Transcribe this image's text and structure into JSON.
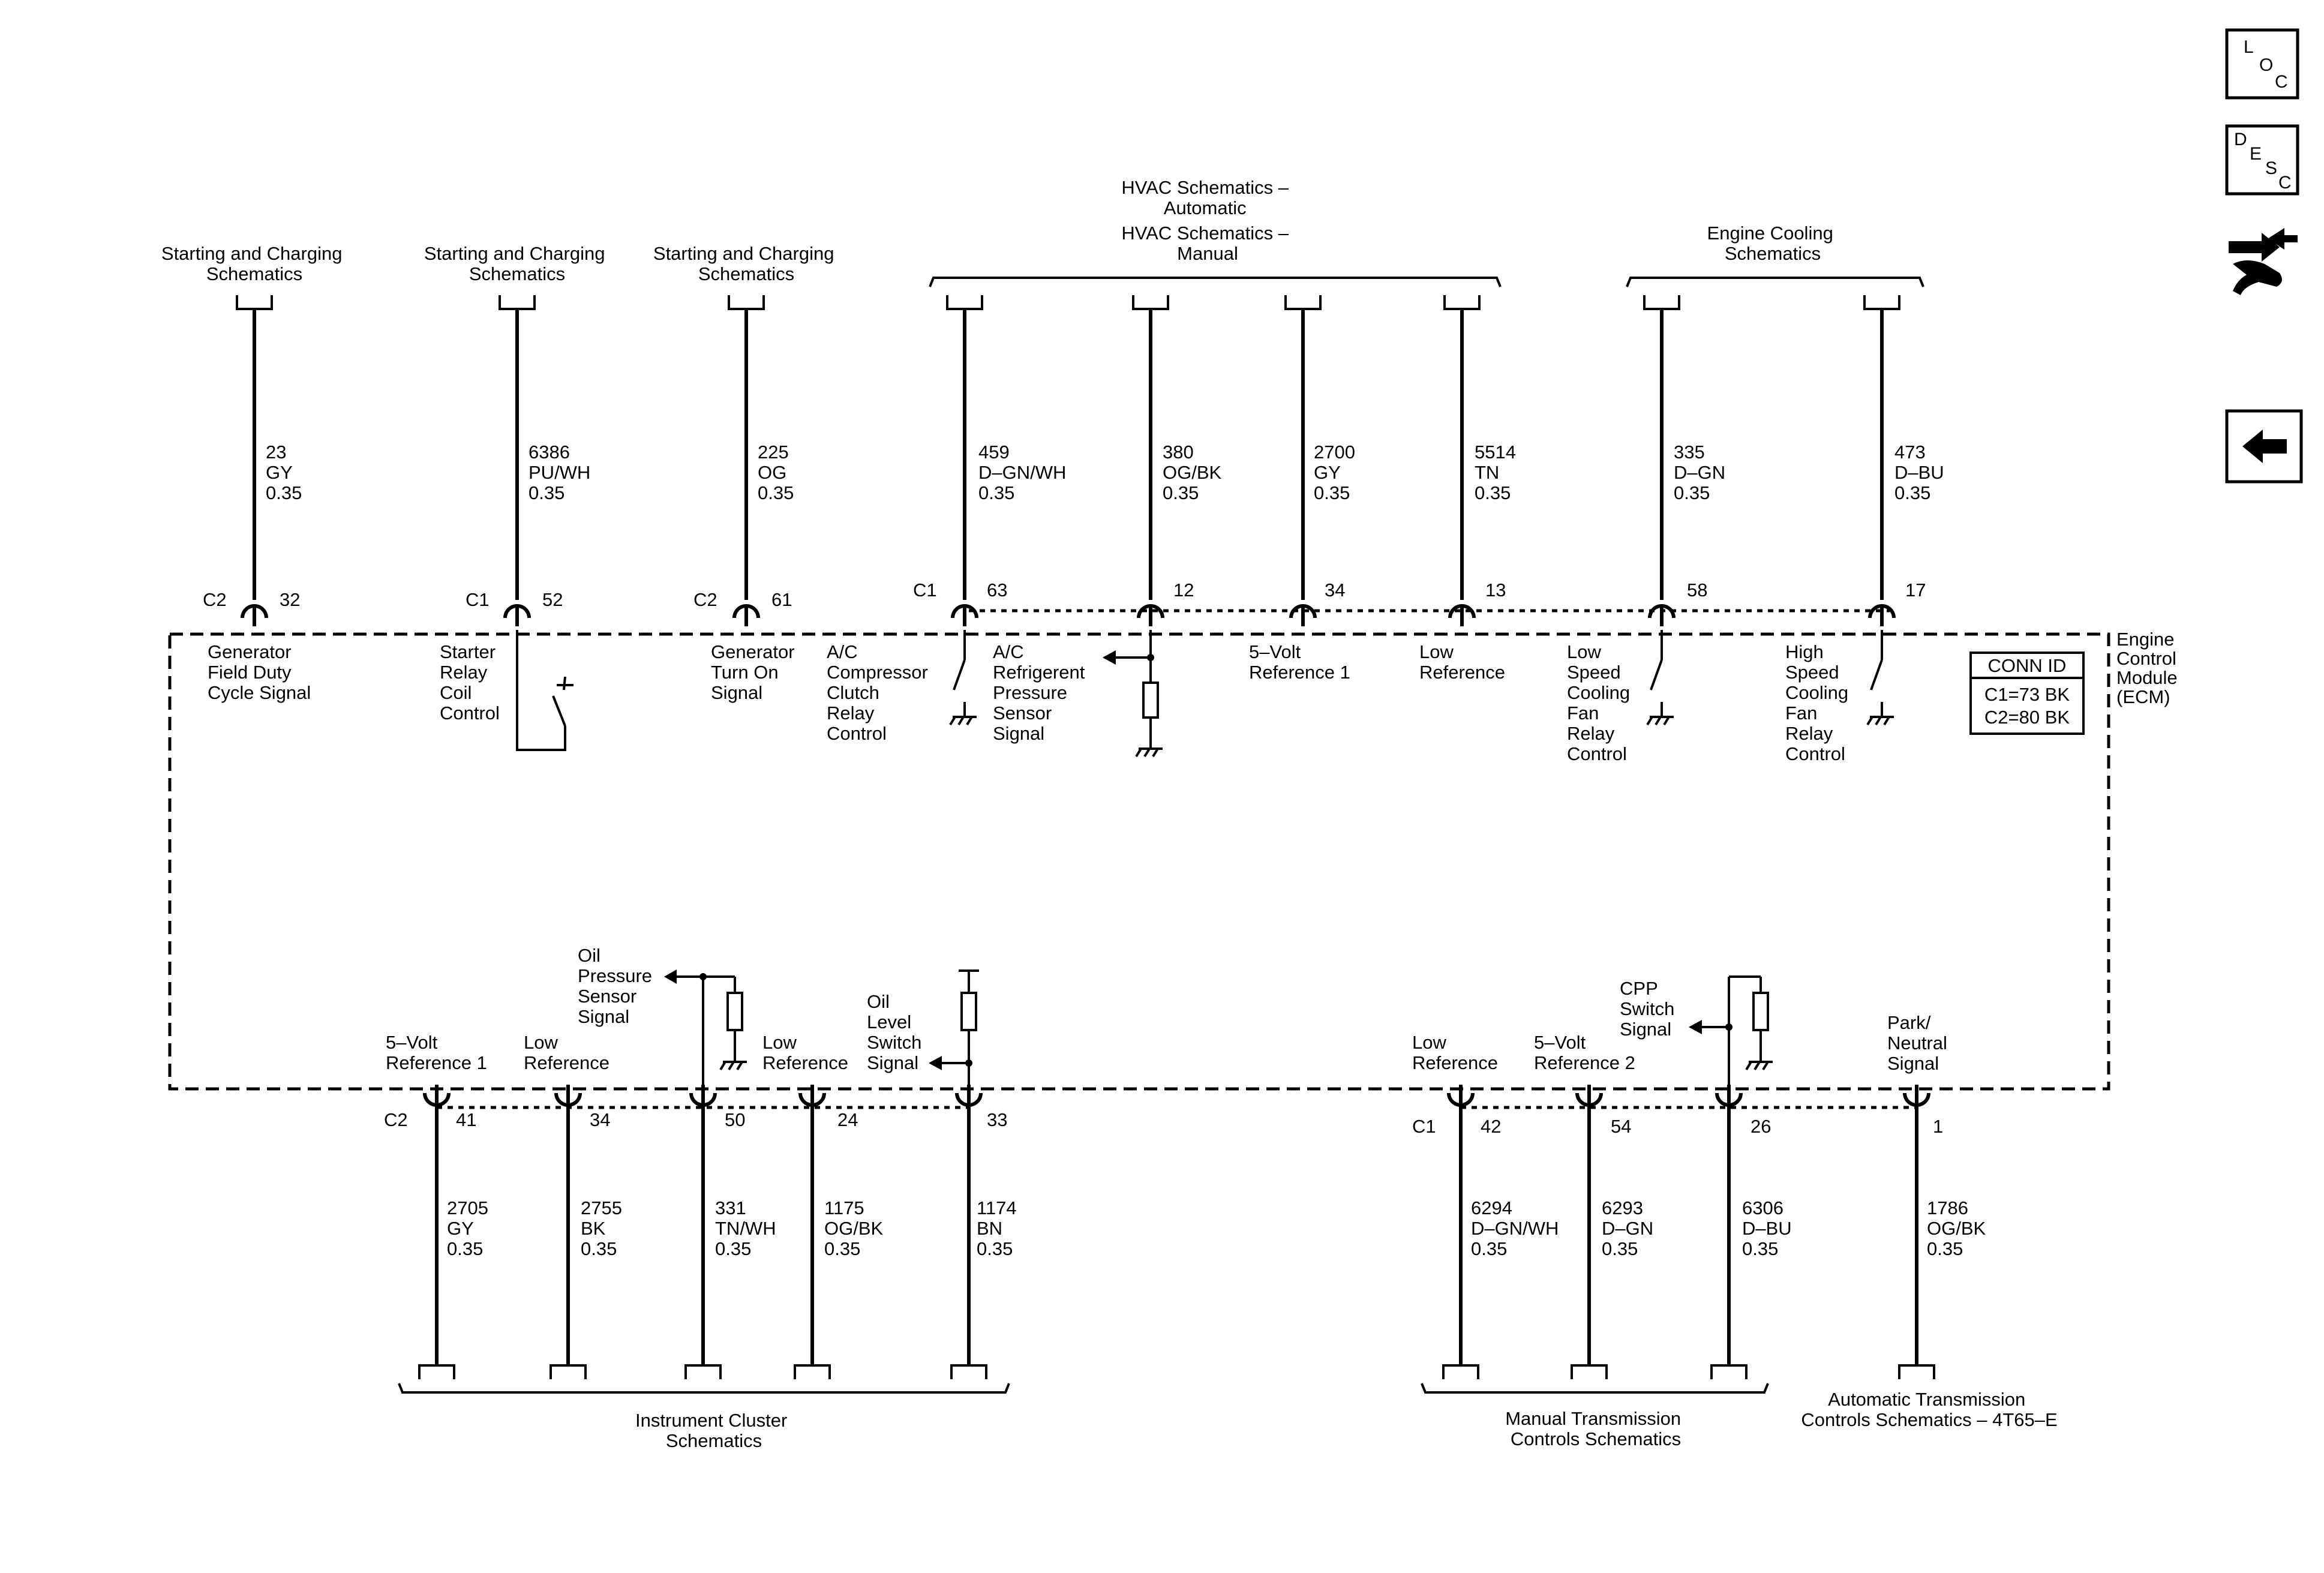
{
  "nav": {
    "loc": {
      "l1": "L",
      "l2": "O",
      "l3": "C"
    },
    "desc": {
      "l1": "D",
      "l2": "E",
      "l3": "S",
      "l4": "C"
    },
    "back_icon": "back-arrow-icon",
    "tool_icon": "wrench-arrows-icon"
  },
  "ecm": {
    "label_lines": [
      "Engine",
      "Control",
      "Module",
      "(ECM)"
    ],
    "conn_id": {
      "title": "CONN ID",
      "line1": "C1=73 BK",
      "line2": "C2=80 BK"
    }
  },
  "top_refs": [
    {
      "lines": [
        "Starting and Charging",
        "Schematics"
      ]
    },
    {
      "lines": [
        "Starting and Charging",
        "Schematics"
      ]
    },
    {
      "lines": [
        "Starting and Charging",
        "Schematics"
      ]
    },
    {
      "lines": [
        "HVAC Schematics –",
        "Automatic",
        "HVAC Schematics –",
        "Manual"
      ]
    },
    {
      "lines": [
        "Engine Cooling",
        "Schematics"
      ]
    }
  ],
  "bottom_refs": [
    {
      "lines": [
        "Instrument Cluster",
        "Schematics"
      ]
    },
    {
      "lines": [
        "Manual Transmission",
        "Controls Schematics"
      ]
    },
    {
      "lines": [
        "Automatic Transmission",
        "Controls Schematics – 4T65–E"
      ]
    }
  ],
  "top_circuits": [
    {
      "circuit": "23",
      "color": "GY",
      "gauge": "0.35",
      "connector": "C2",
      "pin": "32",
      "signal": [
        "Generator",
        "Field Duty",
        "Cycle Signal"
      ]
    },
    {
      "circuit": "6386",
      "color": "PU/WH",
      "gauge": "0.35",
      "connector": "C1",
      "pin": "52",
      "signal": [
        "Starter",
        "Relay",
        "Coil",
        "Control"
      ]
    },
    {
      "circuit": "225",
      "color": "OG",
      "gauge": "0.35",
      "connector": "C2",
      "pin": "61",
      "signal": [
        "Generator",
        "Turn On",
        "Signal"
      ]
    },
    {
      "circuit": "459",
      "color": "D–GN/WH",
      "gauge": "0.35",
      "connector": "C1",
      "pin": "63",
      "signal": [
        "A/C",
        "Compressor",
        "Clutch",
        "Relay",
        "Control"
      ]
    },
    {
      "circuit": "380",
      "color": "OG/BK",
      "gauge": "0.35",
      "connector": "",
      "pin": "12",
      "signal": [
        "A/C",
        "Refrigerent",
        "Pressure",
        "Sensor",
        "Signal"
      ]
    },
    {
      "circuit": "2700",
      "color": "GY",
      "gauge": "0.35",
      "connector": "",
      "pin": "34",
      "signal": [
        "5–Volt",
        "Reference 1"
      ]
    },
    {
      "circuit": "5514",
      "color": "TN",
      "gauge": "0.35",
      "connector": "",
      "pin": "13",
      "signal": [
        "Low",
        "Reference"
      ]
    },
    {
      "circuit": "335",
      "color": "D–GN",
      "gauge": "0.35",
      "connector": "",
      "pin": "58",
      "signal": [
        "Low",
        "Speed",
        "Cooling",
        "Fan",
        "Relay",
        "Control"
      ]
    },
    {
      "circuit": "473",
      "color": "D–BU",
      "gauge": "0.35",
      "connector": "",
      "pin": "17",
      "signal": [
        "High",
        "Speed",
        "Cooling",
        "Fan",
        "Relay",
        "Control"
      ]
    }
  ],
  "bottom_circuits": [
    {
      "circuit": "2705",
      "color": "GY",
      "gauge": "0.35",
      "connector": "C2",
      "pin": "41",
      "signal": [
        "5–Volt",
        "Reference 1"
      ]
    },
    {
      "circuit": "2755",
      "color": "BK",
      "gauge": "0.35",
      "connector": "",
      "pin": "34",
      "signal": [
        "Low",
        "Reference"
      ]
    },
    {
      "circuit": "331",
      "color": "TN/WH",
      "gauge": "0.35",
      "connector": "",
      "pin": "50",
      "signal": [
        "Oil",
        "Pressure",
        "Sensor",
        "Signal"
      ]
    },
    {
      "circuit": "1175",
      "color": "OG/BK",
      "gauge": "0.35",
      "connector": "",
      "pin": "24",
      "signal": [
        "Low",
        "Reference"
      ]
    },
    {
      "circuit": "1174",
      "color": "BN",
      "gauge": "0.35",
      "connector": "",
      "pin": "33",
      "signal": [
        "Oil",
        "Level",
        "Switch",
        "Signal"
      ]
    },
    {
      "circuit": "6294",
      "color": "D–GN/WH",
      "gauge": "0.35",
      "connector": "C1",
      "pin": "42",
      "signal": [
        "Low",
        "Reference"
      ]
    },
    {
      "circuit": "6293",
      "color": "D–GN",
      "gauge": "0.35",
      "connector": "",
      "pin": "54",
      "signal": [
        "5–Volt",
        "Reference 2"
      ]
    },
    {
      "circuit": "6306",
      "color": "D–BU",
      "gauge": "0.35",
      "connector": "",
      "pin": "26",
      "signal": [
        "CPP",
        "Switch",
        "Signal"
      ]
    },
    {
      "circuit": "1786",
      "color": "OG/BK",
      "gauge": "0.35",
      "connector": "",
      "pin": "1",
      "signal": [
        "Park/",
        "Neutral",
        "Signal"
      ]
    }
  ]
}
